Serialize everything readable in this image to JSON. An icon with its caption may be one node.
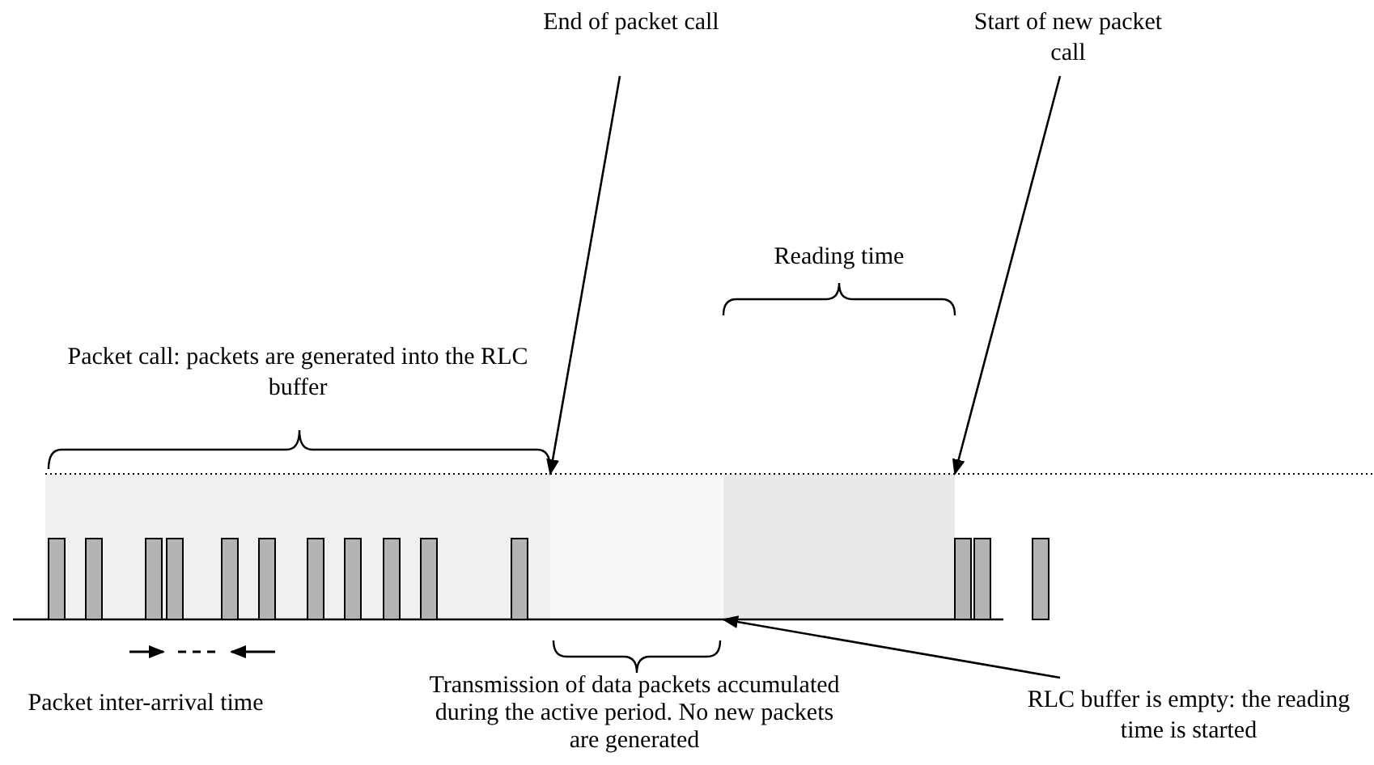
{
  "diagram": {
    "nodes": [
      {
        "text": [],
        "shape": "box"
      },
      {
        "text": [],
        "shape": "box"
      },
      {
        "text": [],
        "shape": "box"
      },
      {
        "text": [
          "End of packet call"
        ]
      },
      {
        "text": [
          "Start of new packet call"
        ]
      },
      {
        "text": [
          "RLC buffer is empty: the reading time is started"
        ]
      }
    ],
    "edges": [
      {
        "from": 3,
        "to": 0,
        "arrow": "to"
      },
      {
        "from": 4,
        "to": 2,
        "arrow": "to"
      },
      {
        "from": 5,
        "to": 2,
        "arrow": "to"
      }
    ],
    "labels": [
      "Packet call: packets are generated into the RLC buffer",
      "Reading time",
      "Packet inter-arrival time",
      "Transmission of data packets accumulated during the active period. No new packets are generated"
    ]
  }
}
